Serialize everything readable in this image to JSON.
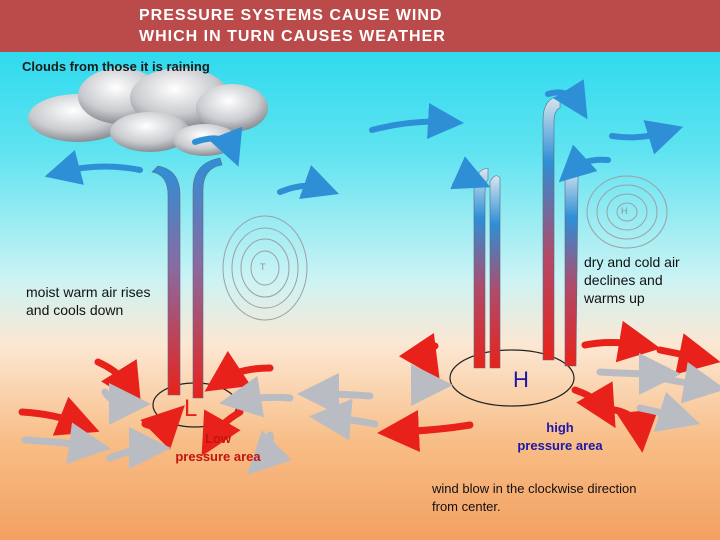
{
  "title": "PRESSURE SYSTEMS CAUSE WIND\nWHICH IN TURN CAUSES WEATHER",
  "labels": {
    "clouds": "Clouds from those it is raining",
    "moist_air": "moist warm air rises\nand cools down",
    "dry_air": "dry and cold air\ndeclines and\nwarms up",
    "low_area": "Low\npressure area",
    "high_area": "high\npressure area",
    "wind_direction": "wind blow in the clockwise direction\nfrom center."
  },
  "markers": {
    "low": "L",
    "high": "H",
    "isobar_low": "T",
    "isobar_high": "H"
  },
  "colors": {
    "title_bar": "#bb4a4a",
    "warm_arrow": "#e8221a",
    "cool_arrow": "#2e8fd6",
    "grey_arrow": "#b9bcc2",
    "low_text": "#c4140c",
    "high_text": "#1a18a8"
  }
}
